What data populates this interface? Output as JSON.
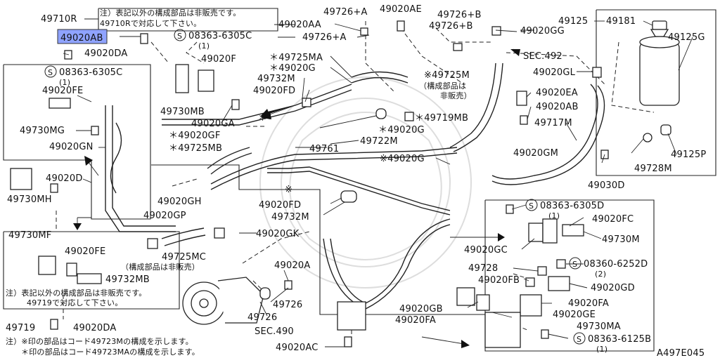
{
  "diagram_id": "A497E045",
  "highlight_part": "49020AB",
  "labels": {
    "p49710R": "49710R",
    "note_top_1": "注）表記以外の構成部品は非販売です。",
    "note_top_2": "49710Rで対応して下さい。",
    "p49020AB_top": "49020AB",
    "p49020DA_top": "49020DA",
    "s08363_6305C_a": "08363-6305C",
    "s08363_6305C_a_qty": "(1)",
    "p49020FE_left": "49020FE",
    "p49730MG": "49730MG",
    "p49020GN": "49020GN",
    "p49020D": "49020D",
    "p49730MH": "49730MH",
    "p49730MF": "49730MF",
    "p49020FE_bottom": "49020FE",
    "p49732MB": "49732MB",
    "note_bot_1": "注）表記以外の構成部品は非販売です。",
    "note_bot_2": "49719で対応して下さい。",
    "p49719": "49719",
    "p49020DA_bottom": "49020DA",
    "foot_1": "注）※印の部品はコード49723Mの構成を示します。",
    "foot_2": "＊印の部品はコード49723MAの構成を示します。",
    "s08363_6305C_b": "08363-6305C",
    "s08363_6305C_b_qty": "(1)",
    "p49020F": "49020F",
    "p49730MB": "49730MB",
    "p49020GA": "49020GA",
    "p49020GF": "＊49020GF",
    "p49725MB": "＊49725MB",
    "p49020GH": "49020GH",
    "p49020GP": "49020GP",
    "p49725MC": "49725MC",
    "p49725MC_note": "（構成部品は非販売）",
    "p49020AA": "49020AA",
    "p49726A_1": "49726+A",
    "p49726A_2": "49726+A",
    "p49020AE": "49020AE",
    "p49726B_1": "49726+B",
    "p49726B_2": "49726+B",
    "p49020GG": "49020GG",
    "p49725MA": "＊49725MA",
    "p49020G_a": "＊49020G",
    "p49732M_top": "49732M",
    "p49020FD_top": "49020FD",
    "star": "＊",
    "p49725M": "※49725M",
    "p49725M_note_1": "（構成部品は",
    "p49725M_note_2": "非販売）",
    "p49719MB": "＊49719MB",
    "p49020G_b": "＊49020G",
    "p49722M": "49722M",
    "p49761": "49761",
    "p49020G_c": "※49020G",
    "kome": "※",
    "p49020FD_mid": "49020FD",
    "p49732M_mid": "49732M",
    "p49020GK": "49020GK",
    "p49020A": "49020A",
    "p49726_a": "49726",
    "p49726_b": "49726",
    "sec490": "SEC.490",
    "p49020AC": "49020AC",
    "sec492": "SEC.492",
    "p49125": "49125",
    "p49181": "49181",
    "p49125G": "49125G",
    "p49020GL": "49020GL",
    "p49020EA": "49020EA",
    "p49020AB_right": "49020AB",
    "p49717M": "49717M",
    "p49020GM": "49020GM",
    "p49125P": "49125P",
    "p49728M": "49728M",
    "p49030D": "49030D",
    "s08363_6305D": "08363-6305D",
    "s08363_6305D_qty": "(1)",
    "p49020FC": "49020FC",
    "p49730M": "49730M",
    "p49020GC": "49020GC",
    "p49728": "49728",
    "s08360_6252D": "08360-6252D",
    "s08360_6252D_qty": "(2)",
    "p49020FB": "49020FB",
    "p49020GD": "49020GD",
    "p49020FA_r": "49020FA",
    "p49020GB": "49020GB",
    "p49020GE": "49020GE",
    "p49020FA_l": "49020FA",
    "p49730MA": "49730MA",
    "s08363_6125B": "08363-6125B",
    "s08363_6125B_qty": "(1)",
    "circle_s": "S"
  }
}
